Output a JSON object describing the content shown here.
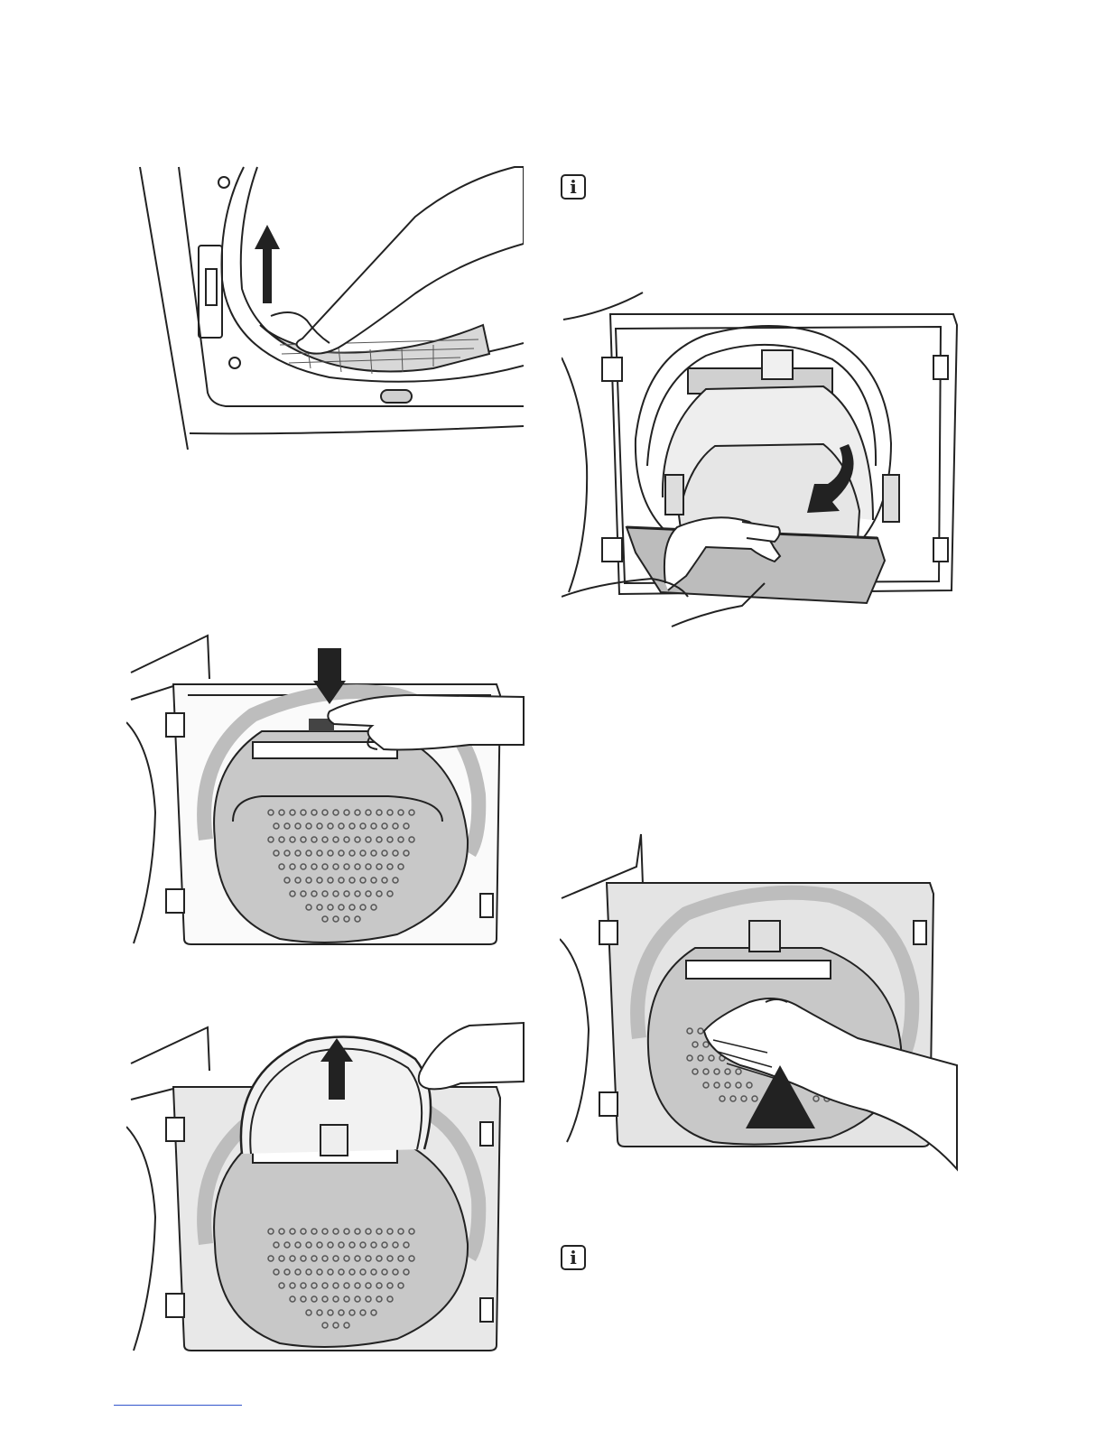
{
  "page": {
    "background": "#ffffff",
    "line_color": "#222222",
    "fill_gray": "#bfbfbf",
    "panel_gray": "#e4e4e4"
  },
  "icons": {
    "info": "info-icon",
    "info_glyph": "i",
    "arrow": "arrow-icon"
  },
  "figures": [
    {
      "name": "lift-filter-from-door-seal",
      "arrow": "up"
    },
    {
      "name": "remove-filter-from-door",
      "arrow": "curved-down"
    },
    {
      "name": "press-filter-release",
      "arrow": "down"
    },
    {
      "name": "open-filter",
      "arrow": "up"
    },
    {
      "name": "close-filter",
      "arrow": "up"
    }
  ]
}
